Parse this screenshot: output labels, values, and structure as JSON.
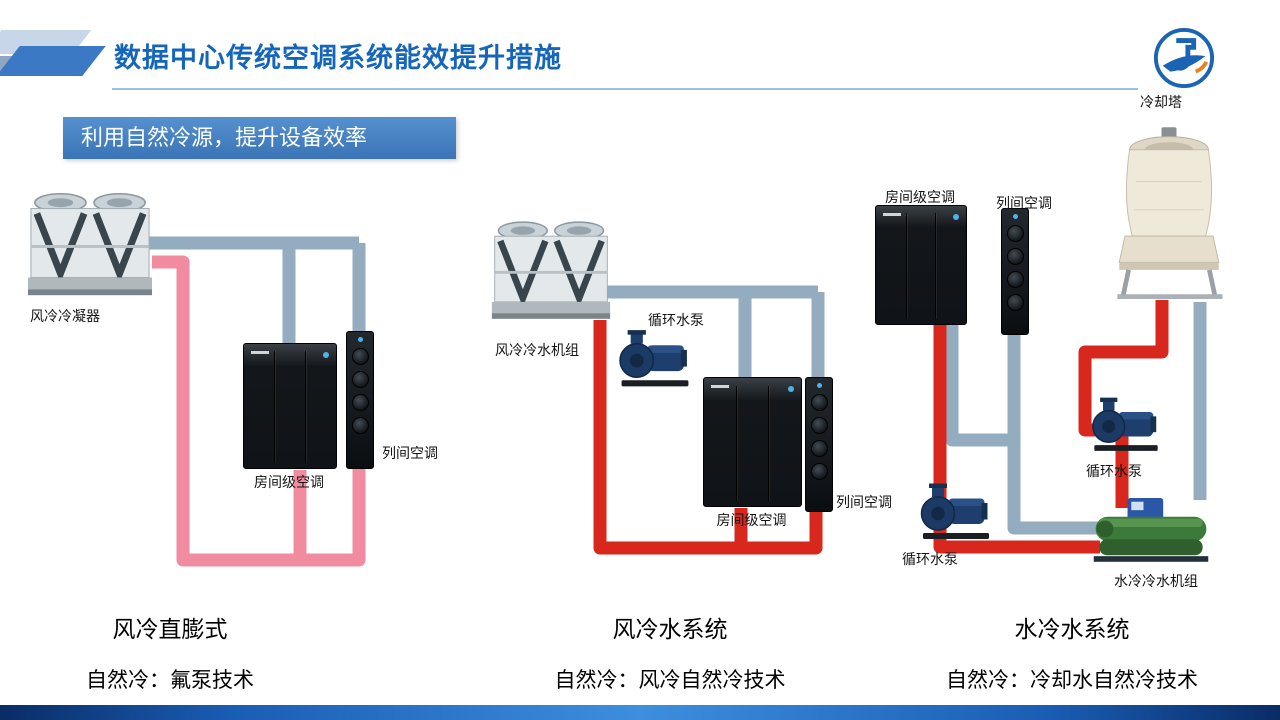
{
  "title": "数据中心传统空调系统能效提升措施",
  "badge": "利用自然冷源，提升设备效率",
  "systems": [
    {
      "name": "风冷直膨式",
      "subtitle": "自然冷：氟泵技术",
      "labels": {
        "condenser": "风冷冷凝器",
        "room_ac": "房间级空调",
        "row_ac": "列间空调"
      }
    },
    {
      "name": "风冷水系统",
      "subtitle": "自然冷：风冷自然冷技术",
      "labels": {
        "chiller": "风冷冷水机组",
        "pump": "循环水泵",
        "room_ac": "房间级空调",
        "row_ac": "列间空调"
      }
    },
    {
      "name": "水冷水系统",
      "subtitle": "自然冷：冷却水自然冷技术",
      "labels": {
        "room_ac": "房间级空调",
        "row_ac": "列间空调",
        "cooling_tower": "冷却塔",
        "pump_chilled": "循环水泵",
        "pump_cooling": "循环水泵",
        "chiller": "水冷冷水机组"
      }
    }
  ],
  "colors": {
    "title_blue": "#1566BB",
    "badge_blue": "#3F7BC0",
    "pipe_hot_red": "#D8271D",
    "pipe_hot_pink": "#F08BA0",
    "pipe_cold_gray": "#93ACC0",
    "footer_blue": "#1B6AC5"
  }
}
